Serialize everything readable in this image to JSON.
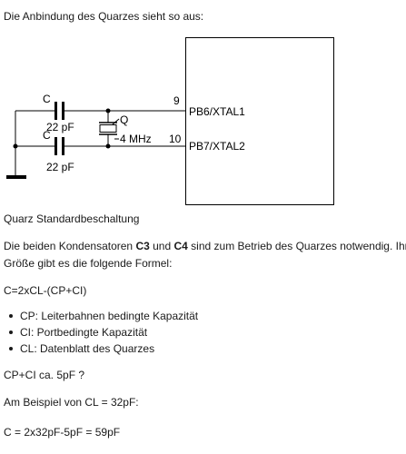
{
  "intro": "Die Anbindung des Quarzes sieht so aus:",
  "schematic": {
    "pin_top_number": "9",
    "pin_top_label": "PB6/XTAL1",
    "pin_bottom_number": "10",
    "pin_bottom_label": "PB7/XTAL2",
    "cap_top_label": "C",
    "cap_top_value": "22 pF",
    "cap_bottom_label": "C",
    "cap_bottom_value": "22 pF",
    "crystal_label": "Q",
    "crystal_value": "4 MHz"
  },
  "caption": "Quarz Standardbeschaltung",
  "paragraph": {
    "part1": "Die beiden Kondensatoren ",
    "c3": "C3",
    "part2": " und ",
    "c4": "C4",
    "part3": " sind zum Betrieb des Quarzes notwendig. Ihre",
    "line2": "Größe gibt es die folgende Formel:"
  },
  "formula1": "C=2xCL-(CP+CI)",
  "bullets": [
    "CP: Leiterbahnen bedingte Kapazität",
    "CI: Portbedingte Kapazität",
    "CL: Datenblatt des Quarzes"
  ],
  "note": "CP+CI ca. 5pF ?",
  "example": "Am Beispiel von CL = 32pF:",
  "result": "C = 2x32pF-5pF = 59pF"
}
